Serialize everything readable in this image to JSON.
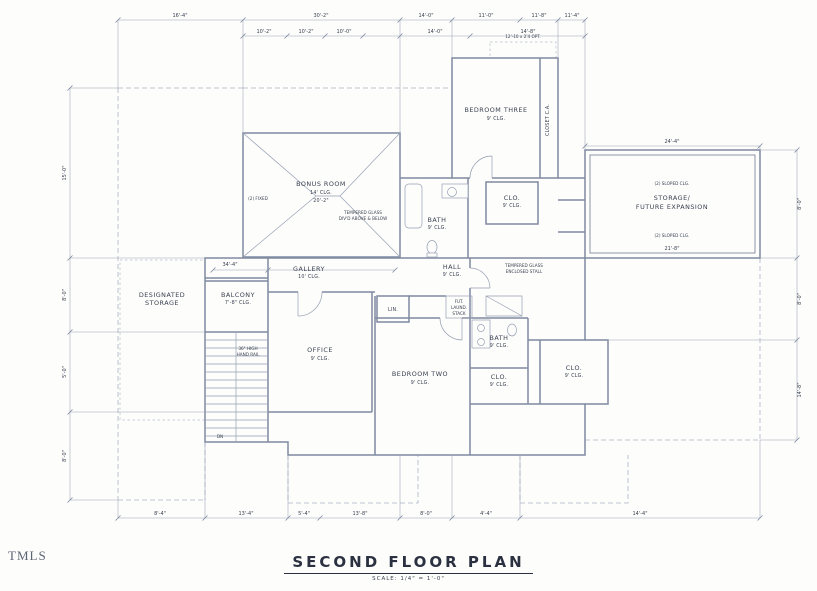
{
  "meta": {
    "watermark": "TMLS",
    "title": "SECOND FLOOR PLAN",
    "scale_note": "SCALE: 1/4\" = 1'-0\""
  },
  "colors": {
    "line": "#7e8aa0",
    "dash": "#aab2c2",
    "text": "#3a4150",
    "title": "#2b3140"
  },
  "rooms": {
    "bonus_room": {
      "name": "BONUS ROOM",
      "ceiling": "14' CLG.",
      "dim": "20'-2\""
    },
    "bedroom_three": {
      "name": "BEDROOM THREE",
      "ceiling": "9' CLG."
    },
    "closet_ca": {
      "name": "CLOSET C.A."
    },
    "storage_future": {
      "line1": "STORAGE/",
      "line2": "FUTURE EXPANSION",
      "dim_top": "24'-4\"",
      "dim_bottom": "21'-8\"",
      "note_top": "(2) SLOPED CLG.",
      "note_bottom": "(2) SLOPED CLG."
    },
    "bath_upper": {
      "name": "BATH",
      "ceiling": "9' CLG."
    },
    "closet_upper": {
      "name": "CLO.",
      "ceiling": "9' CLG."
    },
    "hall": {
      "name": "HALL",
      "ceiling": "9' CLG."
    },
    "gallery": {
      "name": "GALLERY",
      "ceiling": "10' CLG."
    },
    "balcony": {
      "name": "BALCONY",
      "ceiling": "7'-8\" CLG."
    },
    "designated_storage": {
      "line1": "DESIGNATED",
      "line2": "STORAGE"
    },
    "office": {
      "name": "OFFICE",
      "ceiling": "9' CLG."
    },
    "bedroom_two": {
      "name": "BEDROOM TWO",
      "ceiling": "9' CLG."
    },
    "linen": {
      "name": "LIN."
    },
    "bath_lower": {
      "name": "BATH",
      "ceiling": "9' CLG."
    },
    "closet_lower": {
      "name": "CLO.",
      "ceiling": "9' CLG."
    },
    "closet_right": {
      "name": "CLO.",
      "ceiling": "9' CLG."
    }
  },
  "annotations": {
    "tempered_glass_bonus_1": "TEMPERED GLASS",
    "tempered_glass_bonus_2": "DIV'D ABOVE & BELOW",
    "tempered_glass_hall_1": "TEMPERED GLASS",
    "tempered_glass_hall_2": "ENCLOSED STALL",
    "laundry_1": "FUT.",
    "laundry_2": "LAUND.",
    "laundry_3": "STACK",
    "handrail_1": "36\" HIGH",
    "handrail_2": "HAND RAIL",
    "stairs_dn": "DN",
    "optional_closet": "12'-10 x 2'4 OPT.",
    "fixed_windows": "(2) FIXED",
    "interior_dim": "34'-4\""
  },
  "dimensions": {
    "top_row1": [
      "16'-4\"",
      "30'-2\"",
      "14'-0\"",
      "11'-0\"",
      "11'-8\"",
      "11'-4\""
    ],
    "top_row2": [
      "10'-2\"",
      "10'-2\"",
      "10'-0\"",
      "14'-0\"",
      "14'-8\""
    ],
    "left": [
      "15'-0\"",
      "8'-0\"",
      "5'-0\"",
      "8'-0\""
    ],
    "right": [
      "8'-0\"",
      "8'-0\"",
      "14'-8\""
    ],
    "bottom": [
      "8'-4\"",
      "13'-4\"",
      "5'-4\"",
      "13'-8\"",
      "8'-0\"",
      "4'-4\"",
      "14'-4\""
    ]
  }
}
